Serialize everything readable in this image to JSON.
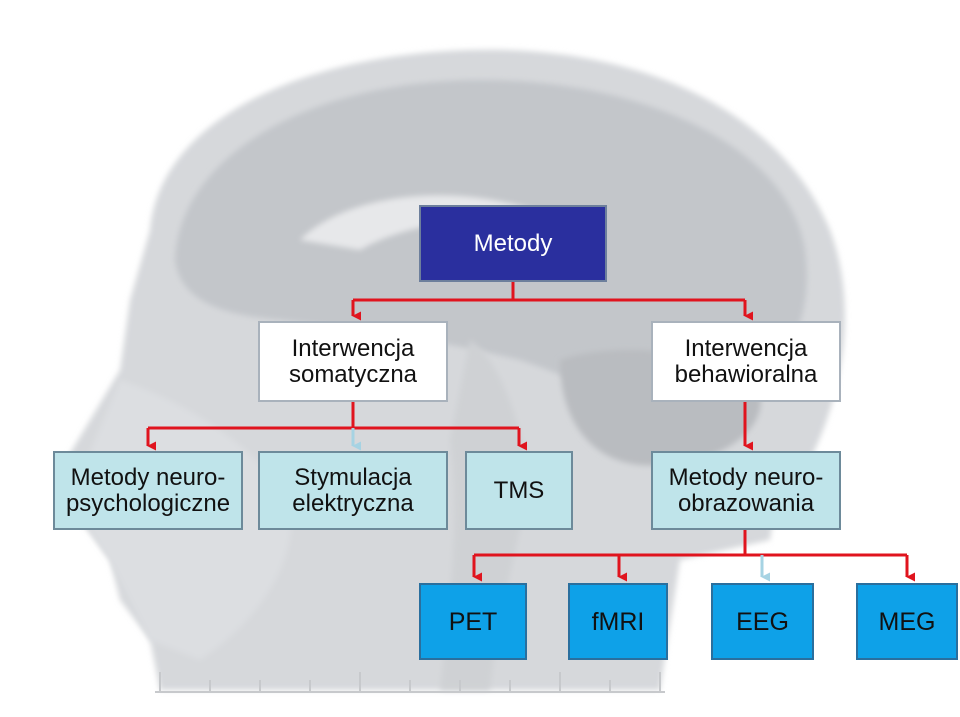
{
  "colors": {
    "edge_red": "#e0141e",
    "edge_light_blue": "#a6d3e3",
    "root_fill": "#2a2f9e",
    "white_fill": "#ffffff",
    "teal_fill": "#bfe4ea",
    "blue_fill": "#0ea1e8"
  },
  "background_image": "brain-mri-sagittal-grayscale",
  "nodes": {
    "root": "Metody",
    "somatic": "Interwencja\nsomatyczna",
    "behavioral": "Interwencja\nbehawioralna",
    "neuropsych": "Metody neuro-\npsychologiczne",
    "stimulation": "Stymulacja\nelektryczna",
    "tms": "TMS",
    "neuroimaging": "Metody neuro-\nobrazowania",
    "pet": "PET",
    "fmri": "fMRI",
    "eeg": "EEG",
    "meg": "MEG"
  }
}
